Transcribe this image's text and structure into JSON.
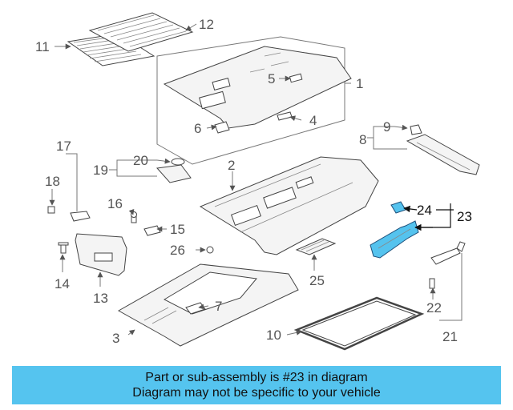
{
  "diagram": {
    "highlight_color": "#55c4ef",
    "callouts": {
      "c1": "1",
      "c2": "2",
      "c3": "3",
      "c4": "4",
      "c5": "5",
      "c6": "6",
      "c7": "7",
      "c8": "8",
      "c9": "9",
      "c10": "10",
      "c11": "11",
      "c12": "12",
      "c13": "13",
      "c14": "14",
      "c15": "15",
      "c16": "16",
      "c17": "17",
      "c18": "18",
      "c19": "19",
      "c20": "20",
      "c21": "21",
      "c22": "22",
      "c23": "23",
      "c24": "24",
      "c25": "25",
      "c26": "26"
    }
  },
  "notice": {
    "line1": "Part or sub-assembly is #23 in diagram",
    "line2": "Diagram may not be specific to your vehicle",
    "background": "#55c4ef"
  }
}
